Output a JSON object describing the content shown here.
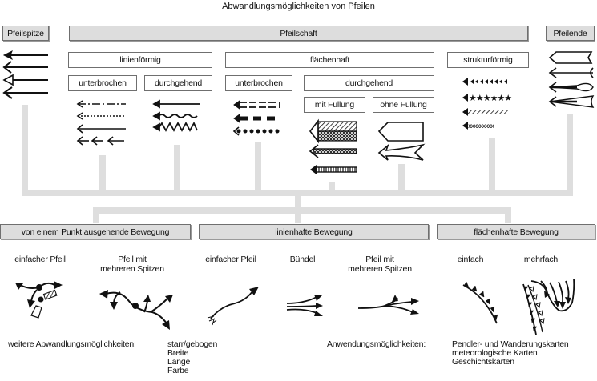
{
  "title": "Abwandlungsmöglichkeiten von Pfeilen",
  "top_categories": {
    "tip": "Pfeilspitze",
    "shaft": "Pfeilschaft",
    "end": "Pfeilende"
  },
  "shaft_groups": {
    "linear": {
      "label": "linienförmig",
      "sub": [
        "unterbrochen",
        "durchgehend"
      ]
    },
    "areal": {
      "label": "flächenhaft",
      "sub": [
        "unterbrochen",
        "durchgehend"
      ],
      "durchgehend_sub": [
        "mit Füllung",
        "ohne Füllung"
      ]
    },
    "structural": {
      "label": "strukturförmig"
    }
  },
  "movement_categories": [
    {
      "label": "von einem Punkt ausgehende Bewegung",
      "examples": [
        "einfacher Pfeil",
        "Pfeil mit\nmehreren Spitzen"
      ]
    },
    {
      "label": "linienhafte Bewegung",
      "examples": [
        "einfacher Pfeil",
        "Bündel",
        "Pfeil mit\nmehreren Spitzen"
      ]
    },
    {
      "label": "flächenhafte Bewegung",
      "examples": [
        "einfach",
        "mehrfach"
      ]
    }
  ],
  "further_options": {
    "label": "weitere Abwandlungsmöglichkeiten:",
    "items": [
      "starr/gebogen",
      "Breite",
      "Länge",
      "Farbe"
    ]
  },
  "applications": {
    "label": "Anwendungsmöglichkeiten:",
    "items": [
      "Pendler- und Wanderungskarten",
      "meteorologische Karten",
      "Geschichtskarten"
    ]
  },
  "colors": {
    "box_fill": "#dddddd",
    "connector": "#dedede",
    "ink": "#111111"
  }
}
